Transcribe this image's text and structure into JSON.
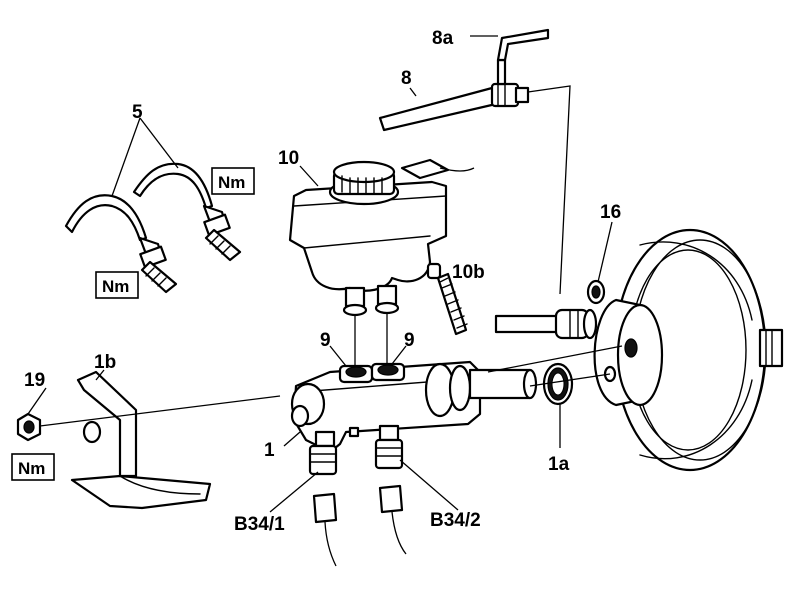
{
  "labels": {
    "l8a": "8a",
    "l8": "8",
    "l5": "5",
    "l10": "10",
    "l10b": "10b",
    "l16": "16",
    "l9a": "9",
    "l9b": "9",
    "l19": "19",
    "l1b": "1b",
    "l1": "1",
    "l1a": "1a",
    "lB341": "B34/1",
    "lB342": "B34/2"
  },
  "torque_boxes": {
    "nm_top": "Nm",
    "nm_left": "Nm",
    "nm_bottom": "Nm"
  }
}
